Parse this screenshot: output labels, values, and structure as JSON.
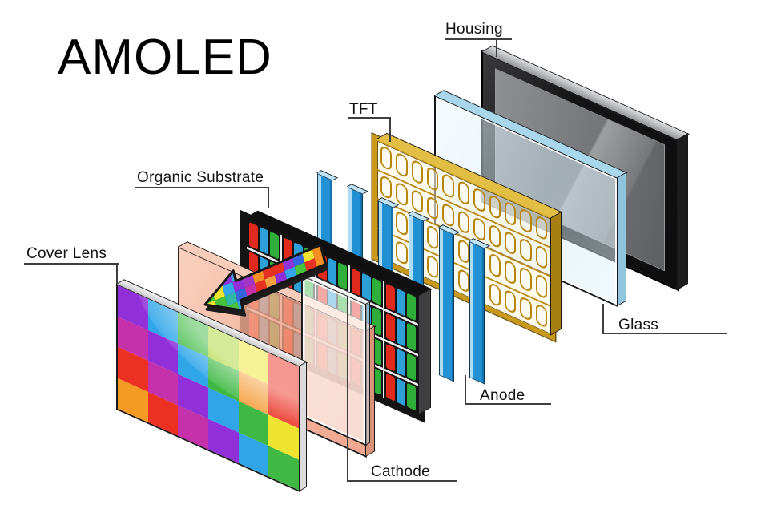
{
  "title": "AMOLED",
  "labels": {
    "housing": "Housing",
    "tft": "TFT",
    "organic_substrate": "Organic Substrate",
    "cover_lens": "Cover Lens",
    "glass": "Glass",
    "anode": "Anode",
    "cathode": "Cathode"
  },
  "layer_order_front_to_back": [
    "Cover Lens",
    "Organic Substrate",
    "Cathode",
    "Anode",
    "TFT",
    "Glass",
    "Housing"
  ],
  "palette": {
    "housing_frame": "#0d0d0e",
    "housing_screen": "#78797c",
    "glass_tint": "#A8D6EA",
    "tft_gold": "#B8860B",
    "tft_frame_gold": "#C9991C",
    "anode_blue": "#2191D4",
    "anode_highlight": "#AEDCF2",
    "substrate_salmon": "#F19E80",
    "cathode_white": "#FFFFFF",
    "organic_black": "#141414",
    "line_gray": "#3f3f3f"
  },
  "cover_lens": {
    "grid": [
      [
        "#9130D9",
        "#30A6E9",
        "#3FB944",
        "#ABD430",
        "#EFE530",
        "#EA3122"
      ],
      [
        "#C431AB",
        "#9130D9",
        "#30A6E9",
        "#3FB944",
        "#F5A040",
        "#EA3122"
      ],
      [
        "#EA3122",
        "#C431AB",
        "#9130D9",
        "#30A6E9",
        "#3FB944",
        "#EFE530"
      ],
      [
        "#F59A23",
        "#EA3122",
        "#C431AB",
        "#9130D9",
        "#30A6E9",
        "#3FB944"
      ]
    ]
  },
  "organic": {
    "rows": 4,
    "groups": 5,
    "subpixel_cycle": [
      "#E02A1E",
      "#2E9FD8",
      "#2FAE39"
    ]
  },
  "anode": {
    "bar_count": 6
  },
  "tft": {
    "rows": 4,
    "cols": 11
  },
  "arrow": {
    "mosaic": [
      [
        "#2FB9A8",
        "#49C23E",
        "#8F35D9",
        "#3FA7E8",
        "#F58F23",
        "#E83122",
        "#F58F23",
        "#D92B84",
        "#8F35D9",
        "#35A6E9",
        "#49C23E",
        "#EFE530"
      ],
      [
        "#49C23E",
        "#EFE530",
        "#35A6E9",
        "#9130D9",
        "#A435C9",
        "#F58F23",
        "#E83122",
        "#E83122",
        "#8F35D9",
        "#3566E0",
        "#EFE530",
        "#F58F23"
      ],
      [
        "#EFE530",
        "#49C23E",
        "#2FB9A8",
        "#3566E0",
        "#C431AB",
        "#E83122",
        "#F5A040",
        "#9130D9",
        "#35A6E9",
        "#49C23E",
        "#E83122",
        "#F58F23"
      ],
      [
        "#F58F23",
        "#EFE530",
        "#49C23E",
        "#35A6E9",
        "#8F35D9",
        "#C431AB",
        "#E83122",
        "#F58F23",
        "#EFE530",
        "#49C23E",
        "#35A6E9",
        "#E83122"
      ]
    ]
  }
}
